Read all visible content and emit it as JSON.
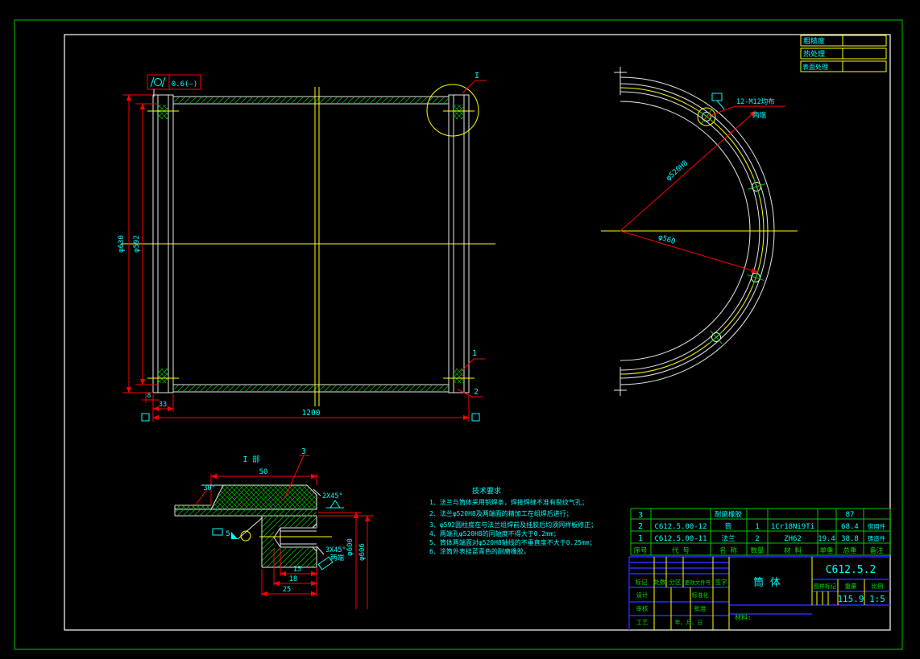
{
  "top_table": {
    "rows": [
      {
        "label": "粗糙度",
        "value": ""
      },
      {
        "label": "热处理",
        "value": ""
      },
      {
        "label": "表面处理",
        "value": ""
      }
    ]
  },
  "main_view": {
    "finish": "0.6(—)",
    "dia_outer": "φ630",
    "dia_inner": "φ592",
    "length": "1200",
    "dim_33": "33",
    "dim_8": "8",
    "detail_mark": "I",
    "balloon_flange": "1",
    "balloon_shell": "2"
  },
  "end_view": {
    "bolt_note_line1": "12-M12均布",
    "bolt_note_line2": "两端",
    "dia_bore": "φ520H8",
    "dia_560": "φ560"
  },
  "detail_view": {
    "title": "I 部",
    "balloon_rubber": "3",
    "width_50": "50",
    "angle_30": "30°",
    "chamfer_2": "2X45°",
    "weld_5": "5",
    "dia_600": "φ600",
    "dia_606": "φ606",
    "chamfer_3": "3X45°",
    "both_ends": "两端",
    "len_15": "15",
    "len_18": "18",
    "len_25": "25"
  },
  "notes": {
    "title": "技术要求",
    "lines": [
      "1、法兰与筒体采用铜焊条，焊接焊缝不准有裂纹气孔；",
      "2、法兰φ520H8及两端面的精加工在组焊后进行；",
      "3、φ592圆柱度在与法兰组焊前及挂胶后均须同样板修正；",
      "4、两端孔φ520H8的同轴度不得大于0.2mm；",
      "5、筒体两端面对φ520H8轴线的不垂直度不大于0.25mm；",
      "6、涂筒外表挂蓝青色的耐磨橡胶。"
    ]
  },
  "bom": {
    "headers": [
      "序号",
      "代 号",
      "名 称",
      "数量",
      "材 料",
      "单重",
      "总重",
      "备注"
    ],
    "rows": [
      {
        "seq": "3",
        "code": "",
        "name": "耐磨橡胶",
        "qty": "",
        "material": "",
        "unit_weight": "",
        "total_weight": "87",
        "remark": ""
      },
      {
        "seq": "2",
        "code": "C612.5.00-12",
        "name": "筒",
        "qty": "1",
        "material": "1Cr18Ni9Ti",
        "unit_weight": "",
        "total_weight": "68.4",
        "remark": "借用件"
      },
      {
        "seq": "1",
        "code": "C612.5.00-11",
        "name": "法兰",
        "qty": "2",
        "material": "ZH62",
        "unit_weight": "19.4",
        "total_weight": "38.8",
        "remark": "铸造件"
      }
    ]
  },
  "title_block": {
    "drawing_no": "C612.5.2",
    "part_name": "筒  体",
    "material_label": "材料:",
    "weight_value": "115.9",
    "scale_value": "1:5",
    "labels": {
      "mark": "标记",
      "count": "处数",
      "zone": "分区",
      "change_doc": "更改文件号",
      "sign": "签字",
      "design": "设计",
      "standard": "标准化",
      "check": "审核",
      "approve": "批准",
      "process": "工艺",
      "date": "年、月、日",
      "stamp": "图样标记",
      "weight": "重量",
      "scale": "比例"
    }
  }
}
